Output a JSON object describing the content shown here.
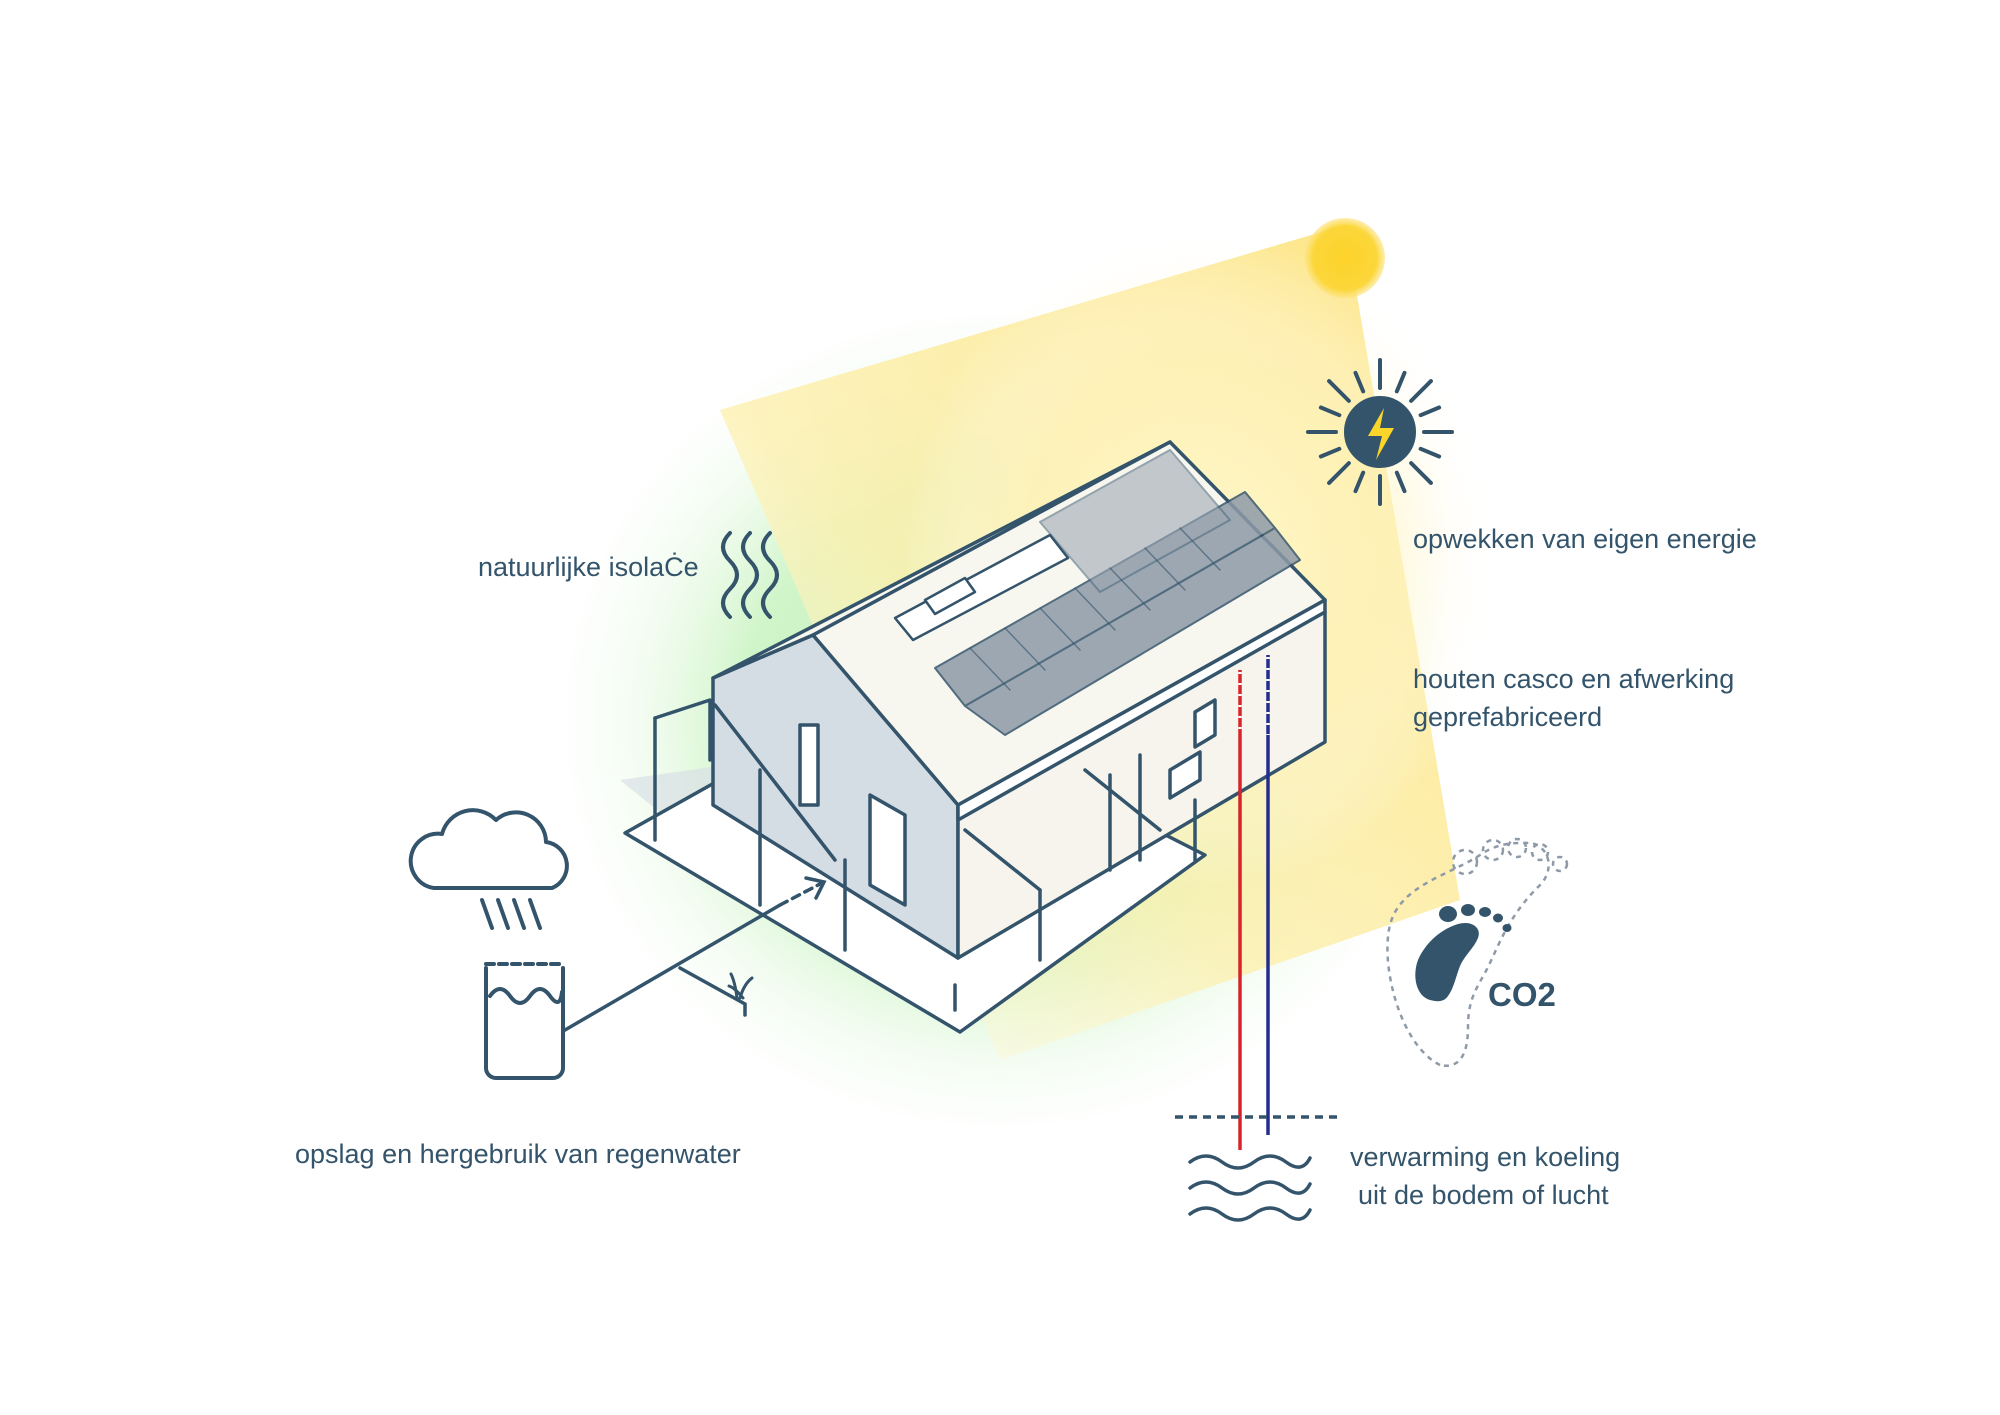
{
  "labels": {
    "insulation": "natuurlijke isolaĊe",
    "solar": "opwekken van eigen energie",
    "timber_line1": "houten casco en afwerking",
    "timber_line2": "geprefabriceerd",
    "rainwater": "opslag en hergebruik van regenwater",
    "heating_line1": "verwarming en koeling",
    "heating_line2": "uit de bodem of lucht",
    "co2": "CO2"
  },
  "icons": {
    "sun": "sun-icon",
    "solar_energy": "solar-energy-icon",
    "heat_waves": "heat-waves-icon",
    "rain_cloud": "rain-cloud-icon",
    "water_tank": "water-tank-icon",
    "grass": "grass-icon",
    "ground_waves": "ground-waves-icon",
    "footprint": "co2-footprint-icon"
  },
  "colors": {
    "line": "#33546b",
    "sun": "#fcd52b",
    "sun_glow": "#fde88a",
    "green_glow": "#bff0b7",
    "hot_pipe": "#d6242b",
    "cold_pipe": "#242c8e",
    "roof_panel": "#8e9aa8"
  }
}
